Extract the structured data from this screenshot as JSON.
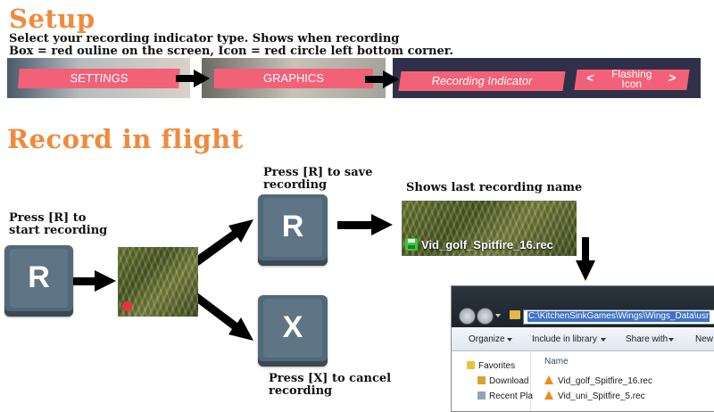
{
  "setup": {
    "title": "Setup",
    "desc_line1": "Select your recording indicator type. Shows when recording",
    "desc_line2": "Box = red ouline on the screen, Icon = red circle left bottom corner.",
    "settings_label": "SETTINGS",
    "graphics_label": "GRAPHICS",
    "recording_indicator_label": "Recording Indicator",
    "indicator_value_line1": "Flashing",
    "indicator_value_line2": "Icon",
    "prev_symbol": "<",
    "next_symbol": ">"
  },
  "record": {
    "title": "Record in flight",
    "start_line1": "Press [R] to",
    "start_line2": "start recording",
    "save_line1": "Press [R] to save",
    "save_line2": "recording",
    "cancel_line1": "Press [X] to cancel",
    "cancel_line2": "recording",
    "shows_last": "Shows last recording name",
    "recording_name": "Vid_golf_Spitfire_16.rec",
    "key_r": "R",
    "key_x": "X"
  },
  "explorer": {
    "address": "C:\\KitchenSinkGames\\Wings\\Wings_Data\\usr",
    "menu": [
      "Organize",
      "Include in library",
      "Share with",
      "New"
    ],
    "nav_items": [
      "Favorites",
      "Download",
      "Recent Pla"
    ],
    "column_name": "Name",
    "files": [
      "Vid_golf_Spitfire_16.rec",
      "Vid_uni_Spitfire_5.rec"
    ]
  },
  "colors": {
    "heading": "#f08a3c",
    "pill": "#f26178",
    "key": "#536877",
    "arrow": "#000000",
    "save_icon": "#3ec43e",
    "record_dot": "#e8343f"
  }
}
